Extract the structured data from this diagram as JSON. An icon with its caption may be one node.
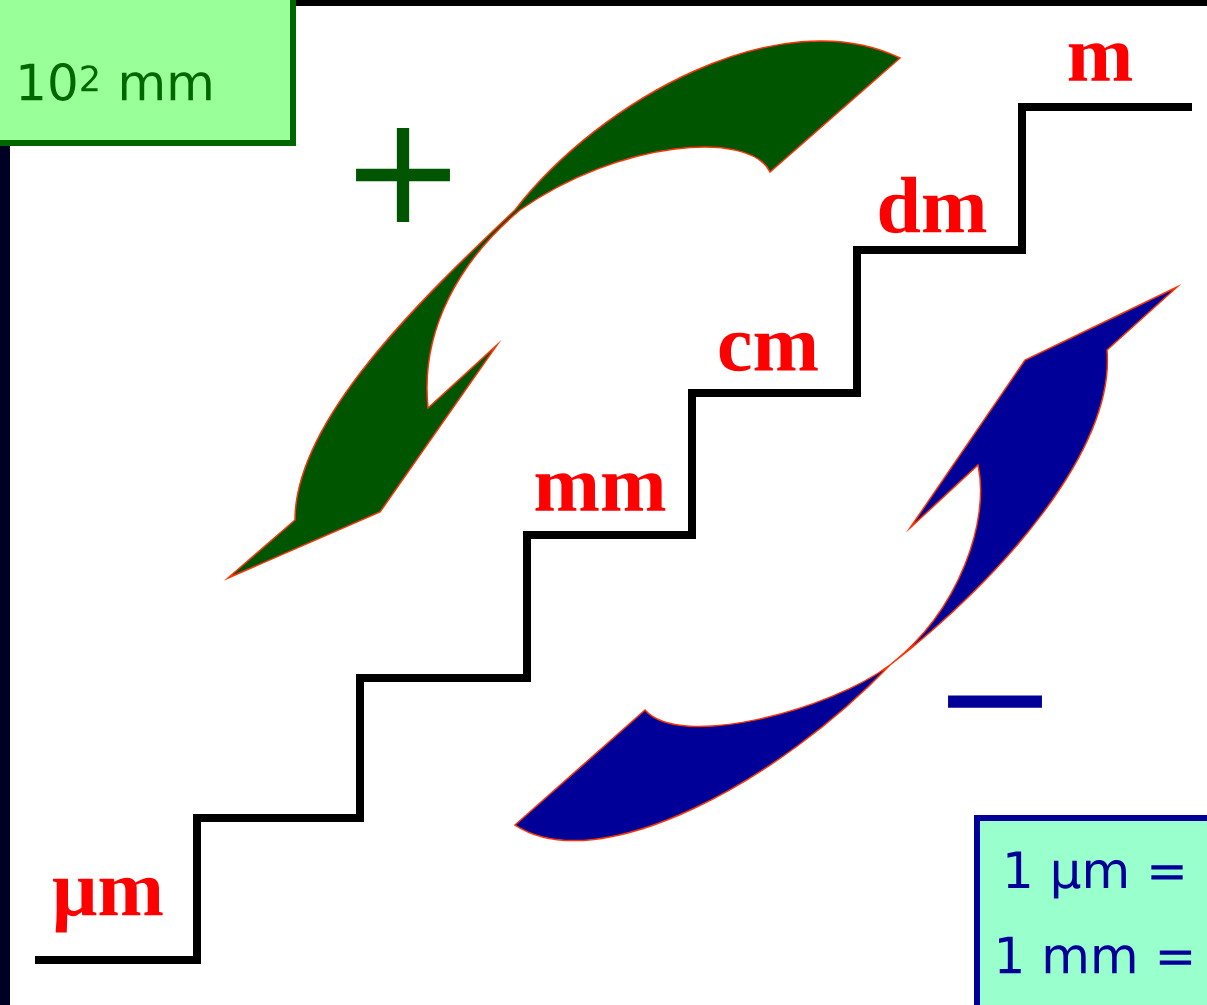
{
  "diagram": {
    "nodes": [
      {
        "text": [
          "10$^{2}$ mm"
        ]
      },
      {
        "text": [
          "1 μm =",
          "1 mm ="
        ]
      }
    ],
    "labels": [
      "m",
      "dm",
      "+",
      "cm",
      "mm",
      "−",
      "μm"
    ]
  }
}
